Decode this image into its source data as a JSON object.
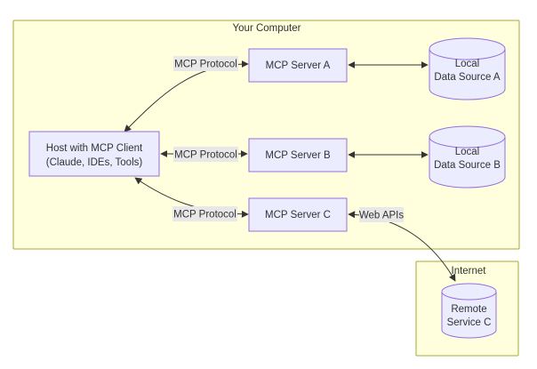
{
  "diagram": {
    "type": "architecture-flowchart",
    "clusters": {
      "your_computer": {
        "label": "Your Computer"
      },
      "internet": {
        "label": "Internet"
      }
    },
    "nodes": {
      "host": {
        "lines": [
          "Host with MCP Client",
          "(Claude, IDEs, Tools)"
        ]
      },
      "server_a": {
        "label": "MCP Server A"
      },
      "server_b": {
        "label": "MCP Server B"
      },
      "server_c": {
        "label": "MCP Server C"
      },
      "source_a": {
        "lines": [
          "Local",
          "Data Source A"
        ]
      },
      "source_b": {
        "lines": [
          "Local",
          "Data Source B"
        ]
      },
      "remote_c": {
        "lines": [
          "Remote",
          "Service C"
        ]
      }
    },
    "edge_labels": {
      "protocol_a": "MCP Protocol",
      "protocol_b": "MCP Protocol",
      "protocol_c": "MCP Protocol",
      "web_apis": "Web APIs"
    },
    "edges": [
      {
        "from": "host",
        "to": "server_a",
        "label": "MCP Protocol",
        "bidirectional": true
      },
      {
        "from": "host",
        "to": "server_b",
        "label": "MCP Protocol",
        "bidirectional": true
      },
      {
        "from": "host",
        "to": "server_c",
        "label": "MCP Protocol",
        "bidirectional": true
      },
      {
        "from": "server_a",
        "to": "source_a",
        "label": "",
        "bidirectional": true
      },
      {
        "from": "server_b",
        "to": "source_b",
        "label": "",
        "bidirectional": true
      },
      {
        "from": "server_c",
        "to": "remote_c",
        "label": "Web APIs",
        "bidirectional": true
      }
    ],
    "colors": {
      "page_bg": "#ffffff",
      "cluster_fill": "#ffffde",
      "cluster_stroke": "#aaaa33",
      "node_fill": "#ececff",
      "node_stroke": "#9370db",
      "edge_color": "#333333",
      "edge_label_bg": "#e8e8e8",
      "text_color": "#333333"
    }
  }
}
